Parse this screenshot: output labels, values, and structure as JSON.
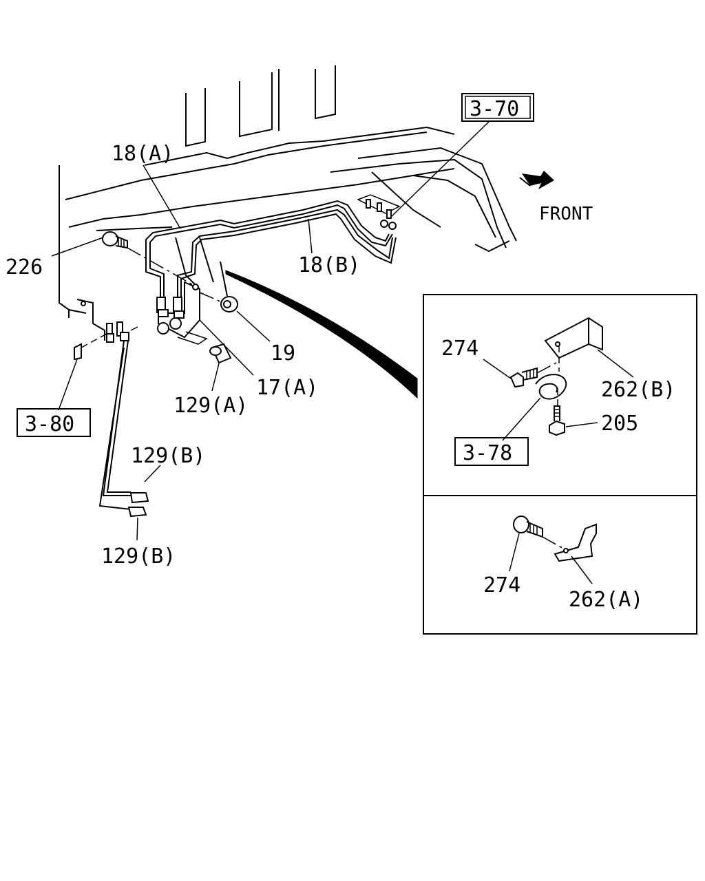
{
  "labels": {
    "l_18a": "18(A)",
    "l_18b": "18(B)",
    "l_226": "226",
    "l_19": "19",
    "l_17a": "17(A)",
    "l_129a": "129(A)",
    "l_129b_top": "129(B)",
    "l_129b_bottom": "129(B)",
    "front": "FRONT",
    "l_274_top": "274",
    "l_262b": "262(B)",
    "l_205": "205",
    "l_274_bottom": "274",
    "l_262a": "262(A)"
  },
  "refs": {
    "ref_3_70": "3-70",
    "ref_3_80": "3-80",
    "ref_3_78": "3-78"
  }
}
